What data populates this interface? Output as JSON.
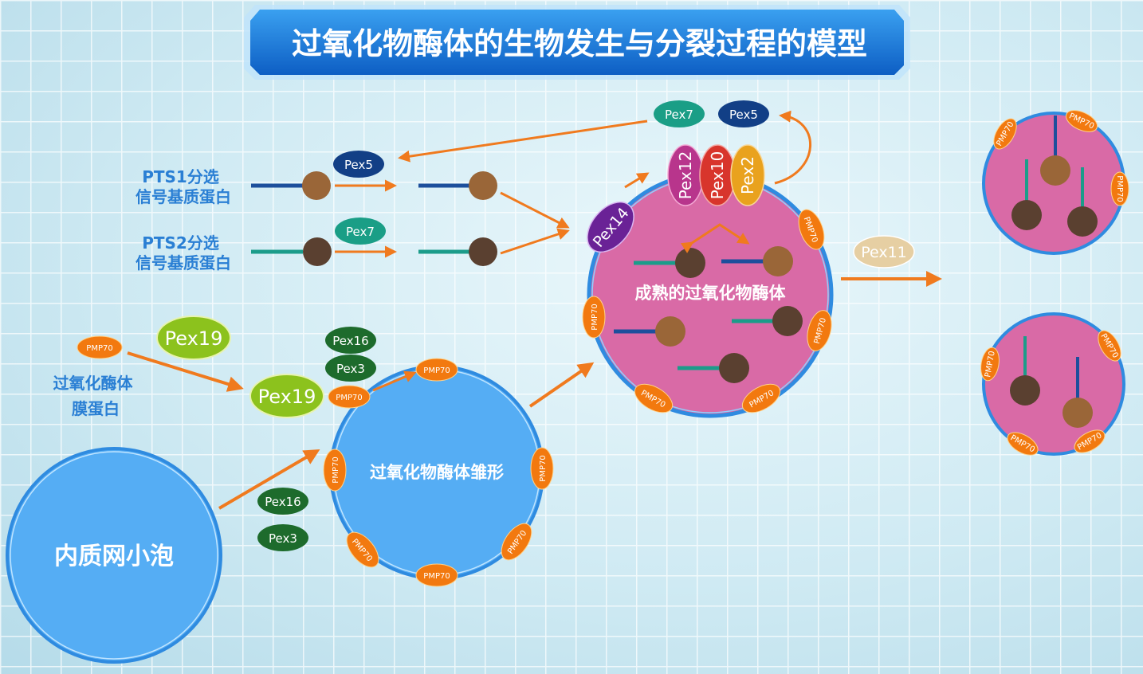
{
  "title": "过氧化物酶体的生物发生与分裂过程的模型",
  "colors": {
    "orange_arrow": "#f07a1e",
    "pink": "#d96aa6",
    "blue": "#55adf4",
    "membrane": "#2f8be0",
    "pmp70": "#f2790f"
  },
  "labels": {
    "pts1_line1": "PTS1分选",
    "pts1_line2": "信号基质蛋白",
    "pts2_line1": "PTS2分选",
    "pts2_line2": "信号基质蛋白",
    "membrane_protein_line1": "过氧化酶体",
    "membrane_protein_line2": "膜蛋白",
    "mature": "成熟的过氧化物酶体",
    "precursor": "过氧化物酶体雏形",
    "er_vesicle": "内质网小泡"
  },
  "proteins": {
    "pex5": "Pex5",
    "pex7": "Pex7",
    "pex12": "Pex12",
    "pex10": "Pex10",
    "pex2": "Pex2",
    "pex14": "Pex14",
    "pex11": "Pex11",
    "pex19": "Pex19",
    "pex16": "Pex16",
    "pex3": "Pex3",
    "pmp70": "PMP70"
  }
}
